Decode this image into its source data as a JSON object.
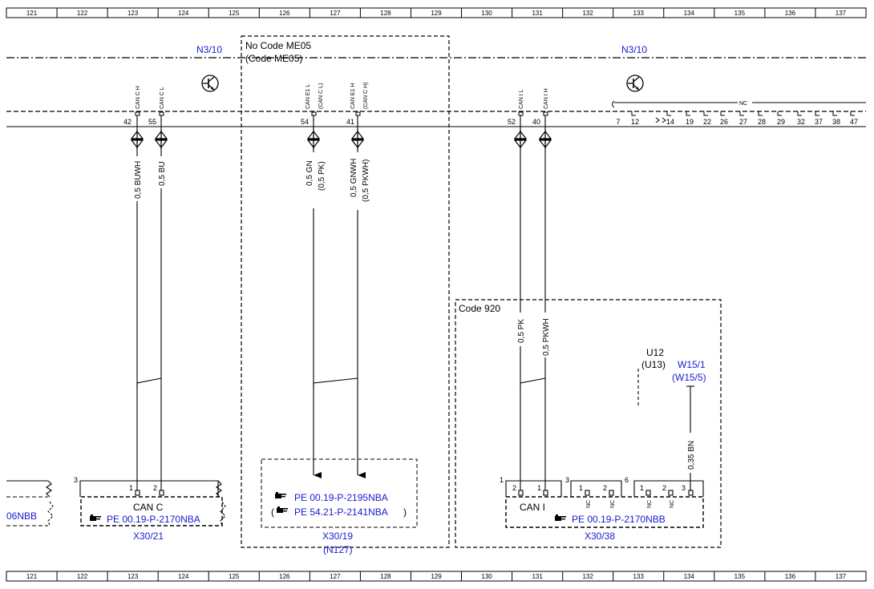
{
  "ruler_numbers": [
    "121",
    "122",
    "123",
    "124",
    "125",
    "126",
    "127",
    "128",
    "129",
    "130",
    "131",
    "132",
    "133",
    "134",
    "135",
    "136",
    "137"
  ],
  "components": {
    "n3_10_left": "N3/10",
    "n3_10_right": "N3/10"
  },
  "code_box_me05": {
    "line1": "No  Code ME05",
    "line2": "(Code ME05)"
  },
  "code_box_920": {
    "label": "Code 920"
  },
  "pin_labels": {
    "can_c_h": "CAN C H",
    "can_c_l": "CAN C L",
    "can_e1_l": "CAN E1 L",
    "can_c_l_paren": "(CAN C L)",
    "can_e1_h": "CAN E1 H",
    "can_c_h_paren": "(CAN C H)",
    "can_i_l": "CAN I L",
    "can_i_h": "CAN I H",
    "nc": "NC"
  },
  "pin_numbers": {
    "p42": "42",
    "p55": "55",
    "p54": "54",
    "p41": "41",
    "p52": "52",
    "p40": "40",
    "right_group": [
      "7",
      "12",
      "14",
      "19",
      "22",
      "26",
      "27",
      "28",
      "29",
      "32",
      "37",
      "38",
      "47"
    ]
  },
  "wires": {
    "w1": "0,5 BUWH",
    "w2": "0,5 BU",
    "w3a": "0,5 GN",
    "w3b": "(0,5 PK)",
    "w4a": "0,5 GNWH",
    "w4b": "(0,5 PKWH)",
    "w5": "0,5 PK",
    "w6": "0,5 PKWH",
    "w7": "0,35 BN"
  },
  "u12": {
    "line1": "U12",
    "line2": "(U13)"
  },
  "w15": {
    "line1": "W15/1",
    "line2": "(W15/5)"
  },
  "connectors": {
    "x30_21": {
      "label": "X30/21",
      "bus": "CAN C",
      "ref": "PE 00.19-P-2170NBA",
      "group_pin": "3",
      "pin1": "1",
      "pin2": "2"
    },
    "x30_19": {
      "label": "X30/19",
      "sub": "(N127)",
      "ref1": "PE 00.19-P-2195NBA",
      "ref2_open": "(",
      "ref2": "PE 54.21-P-2141NBA",
      "ref2_close": ")"
    },
    "x30_38": {
      "label": "X30/38",
      "bus": "CAN I",
      "ref": "PE 00.19-P-2170NBB",
      "group1_pin": "1",
      "group2_pin": "3",
      "group3_pin": "6",
      "pins_g1": [
        "2",
        "1"
      ],
      "pins_g2": [
        "1",
        "2"
      ],
      "pins_g3": [
        "1",
        "2",
        "3"
      ]
    },
    "partial_left": {
      "ref": "06NBB"
    }
  },
  "colors": {
    "line": "#000000",
    "link_blue": "#1a1ad0"
  },
  "icons": [
    "transistor-symbol-icon",
    "manual-pointer-icon"
  ]
}
